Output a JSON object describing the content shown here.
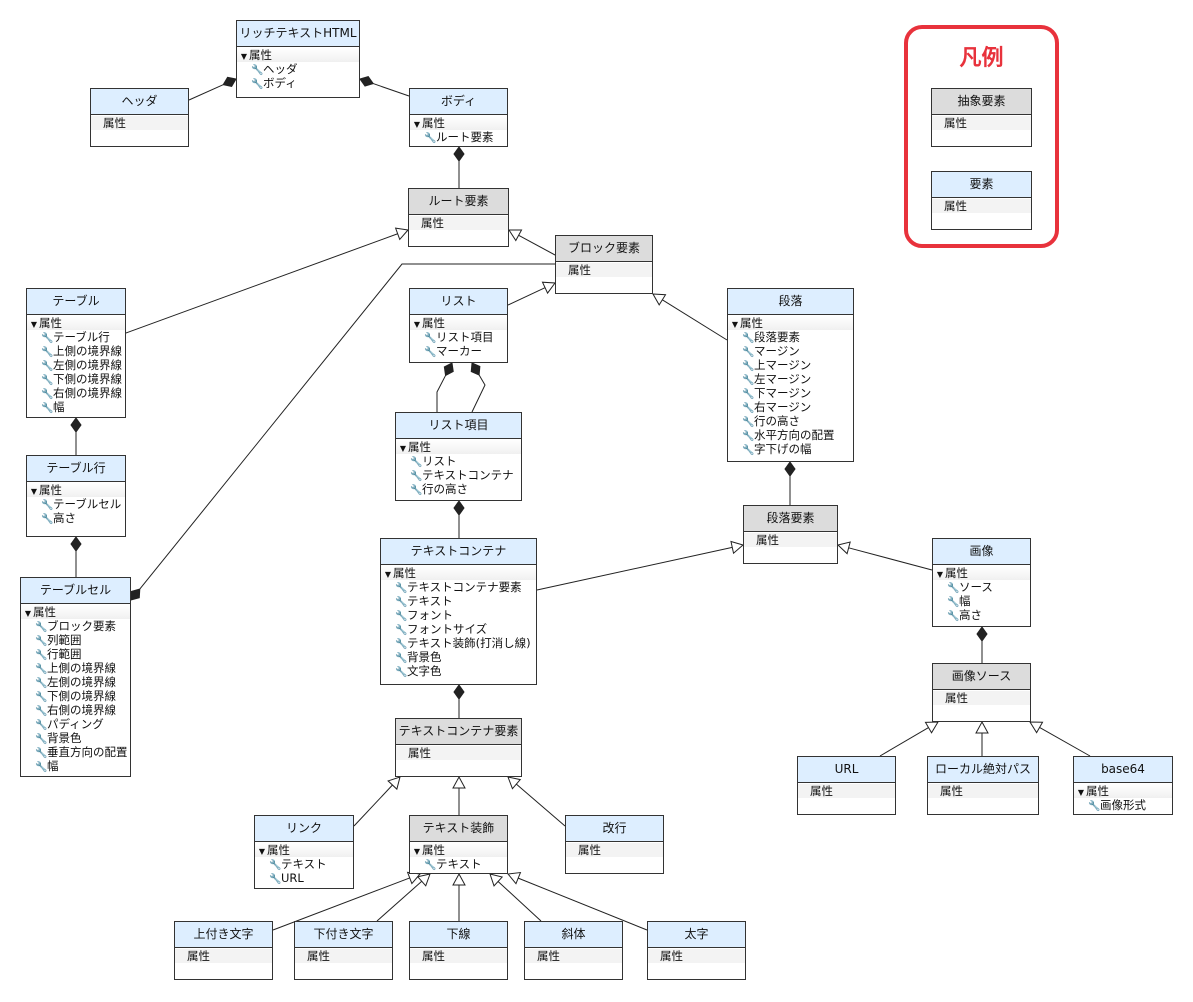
{
  "legend": {
    "title": "凡例",
    "abstract_label": "抽象要素",
    "concrete_label": "要素",
    "attr_label": "属性",
    "frame_color": "#e8323c"
  },
  "colors": {
    "concrete_header": "#ddeeff",
    "abstract_header": "#dcdcdc",
    "line": "#222222"
  },
  "classes": {
    "richtext": {
      "name": "リッチテキストHTML",
      "kind": "concrete",
      "attr_label": "属性",
      "items": [
        "ヘッダ",
        "ボディ"
      ]
    },
    "header": {
      "name": "ヘッダ",
      "kind": "concrete",
      "attr_label": "属性",
      "items": []
    },
    "body": {
      "name": "ボディ",
      "kind": "concrete",
      "attr_label": "属性",
      "items": [
        "ルート要素"
      ]
    },
    "root": {
      "name": "ルート要素",
      "kind": "abstract",
      "attr_label": "属性",
      "items": []
    },
    "block": {
      "name": "ブロック要素",
      "kind": "abstract",
      "attr_label": "属性",
      "items": []
    },
    "table": {
      "name": "テーブル",
      "kind": "concrete",
      "attr_label": "属性",
      "items": [
        "テーブル行",
        "上側の境界線",
        "左側の境界線",
        "下側の境界線",
        "右側の境界線",
        "幅"
      ]
    },
    "tablerow": {
      "name": "テーブル行",
      "kind": "concrete",
      "attr_label": "属性",
      "items": [
        "テーブルセル",
        "高さ"
      ]
    },
    "tablecell": {
      "name": "テーブルセル",
      "kind": "concrete",
      "attr_label": "属性",
      "items": [
        "ブロック要素",
        "列範囲",
        "行範囲",
        "上側の境界線",
        "左側の境界線",
        "下側の境界線",
        "右側の境界線",
        "パディング",
        "背景色",
        "垂直方向の配置",
        "幅"
      ]
    },
    "list": {
      "name": "リスト",
      "kind": "concrete",
      "attr_label": "属性",
      "items": [
        "リスト項目",
        "マーカー"
      ]
    },
    "listitem": {
      "name": "リスト項目",
      "kind": "concrete",
      "attr_label": "属性",
      "items": [
        "リスト",
        "テキストコンテナ",
        "行の高さ"
      ]
    },
    "paragraph": {
      "name": "段落",
      "kind": "concrete",
      "attr_label": "属性",
      "items": [
        "段落要素",
        "マージン",
        "上マージン",
        "左マージン",
        "下マージン",
        "右マージン",
        "行の高さ",
        "水平方向の配置",
        "字下げの幅"
      ]
    },
    "paraelem": {
      "name": "段落要素",
      "kind": "abstract",
      "attr_label": "属性",
      "items": []
    },
    "textcontainer": {
      "name": "テキストコンテナ",
      "kind": "concrete",
      "attr_label": "属性",
      "items": [
        "テキストコンテナ要素",
        "テキスト",
        "フォント",
        "フォントサイズ",
        "テキスト装飾(打消し線)",
        "背景色",
        "文字色"
      ]
    },
    "image": {
      "name": "画像",
      "kind": "concrete",
      "attr_label": "属性",
      "items": [
        "ソース",
        "幅",
        "高さ"
      ]
    },
    "imagesource": {
      "name": "画像ソース",
      "kind": "abstract",
      "attr_label": "属性",
      "items": []
    },
    "url": {
      "name": "URL",
      "kind": "concrete",
      "attr_label": "属性",
      "items": []
    },
    "localpath": {
      "name": "ローカル絶対パス",
      "kind": "concrete",
      "attr_label": "属性",
      "items": []
    },
    "base64": {
      "name": "base64",
      "kind": "concrete",
      "attr_label": "属性",
      "items": [
        "画像形式"
      ]
    },
    "tcelem": {
      "name": "テキストコンテナ要素",
      "kind": "abstract",
      "attr_label": "属性",
      "items": []
    },
    "link": {
      "name": "リンク",
      "kind": "concrete",
      "attr_label": "属性",
      "items": [
        "テキスト",
        "URL"
      ]
    },
    "textdeco": {
      "name": "テキスト装飾",
      "kind": "abstract",
      "attr_label": "属性",
      "items": [
        "テキスト"
      ]
    },
    "linebreak": {
      "name": "改行",
      "kind": "concrete",
      "attr_label": "属性",
      "items": []
    },
    "superscript": {
      "name": "上付き文字",
      "kind": "concrete",
      "attr_label": "属性",
      "items": []
    },
    "subscript": {
      "name": "下付き文字",
      "kind": "concrete",
      "attr_label": "属性",
      "items": []
    },
    "underline": {
      "name": "下線",
      "kind": "concrete",
      "attr_label": "属性",
      "items": []
    },
    "italic": {
      "name": "斜体",
      "kind": "concrete",
      "attr_label": "属性",
      "items": []
    },
    "bold": {
      "name": "太字",
      "kind": "concrete",
      "attr_label": "属性",
      "items": []
    }
  },
  "relations": [
    {
      "type": "composition",
      "whole": "richtext",
      "part": "header"
    },
    {
      "type": "composition",
      "whole": "richtext",
      "part": "body"
    },
    {
      "type": "composition",
      "whole": "body",
      "part": "root"
    },
    {
      "type": "generalization",
      "child": "block",
      "parent": "root"
    },
    {
      "type": "generalization",
      "child": "table",
      "parent": "root"
    },
    {
      "type": "composition",
      "whole": "table",
      "part": "tablerow"
    },
    {
      "type": "composition",
      "whole": "tablerow",
      "part": "tablecell"
    },
    {
      "type": "composition",
      "whole": "tablecell",
      "part": "block"
    },
    {
      "type": "generalization",
      "child": "list",
      "parent": "block"
    },
    {
      "type": "generalization",
      "child": "paragraph",
      "parent": "block"
    },
    {
      "type": "composition",
      "whole": "list",
      "part": "listitem"
    },
    {
      "type": "composition",
      "whole": "listitem",
      "part": "list"
    },
    {
      "type": "composition",
      "whole": "listitem",
      "part": "textcontainer"
    },
    {
      "type": "composition",
      "whole": "paragraph",
      "part": "paraelem"
    },
    {
      "type": "generalization",
      "child": "textcontainer",
      "parent": "paraelem"
    },
    {
      "type": "generalization",
      "child": "image",
      "parent": "paraelem"
    },
    {
      "type": "composition",
      "whole": "image",
      "part": "imagesource"
    },
    {
      "type": "generalization",
      "child": "url",
      "parent": "imagesource"
    },
    {
      "type": "generalization",
      "child": "localpath",
      "parent": "imagesource"
    },
    {
      "type": "generalization",
      "child": "base64",
      "parent": "imagesource"
    },
    {
      "type": "composition",
      "whole": "textcontainer",
      "part": "tcelem"
    },
    {
      "type": "generalization",
      "child": "link",
      "parent": "tcelem"
    },
    {
      "type": "generalization",
      "child": "textdeco",
      "parent": "tcelem"
    },
    {
      "type": "generalization",
      "child": "linebreak",
      "parent": "tcelem"
    },
    {
      "type": "generalization",
      "child": "superscript",
      "parent": "textdeco"
    },
    {
      "type": "generalization",
      "child": "subscript",
      "parent": "textdeco"
    },
    {
      "type": "generalization",
      "child": "underline",
      "parent": "textdeco"
    },
    {
      "type": "generalization",
      "child": "italic",
      "parent": "textdeco"
    },
    {
      "type": "generalization",
      "child": "bold",
      "parent": "textdeco"
    }
  ]
}
